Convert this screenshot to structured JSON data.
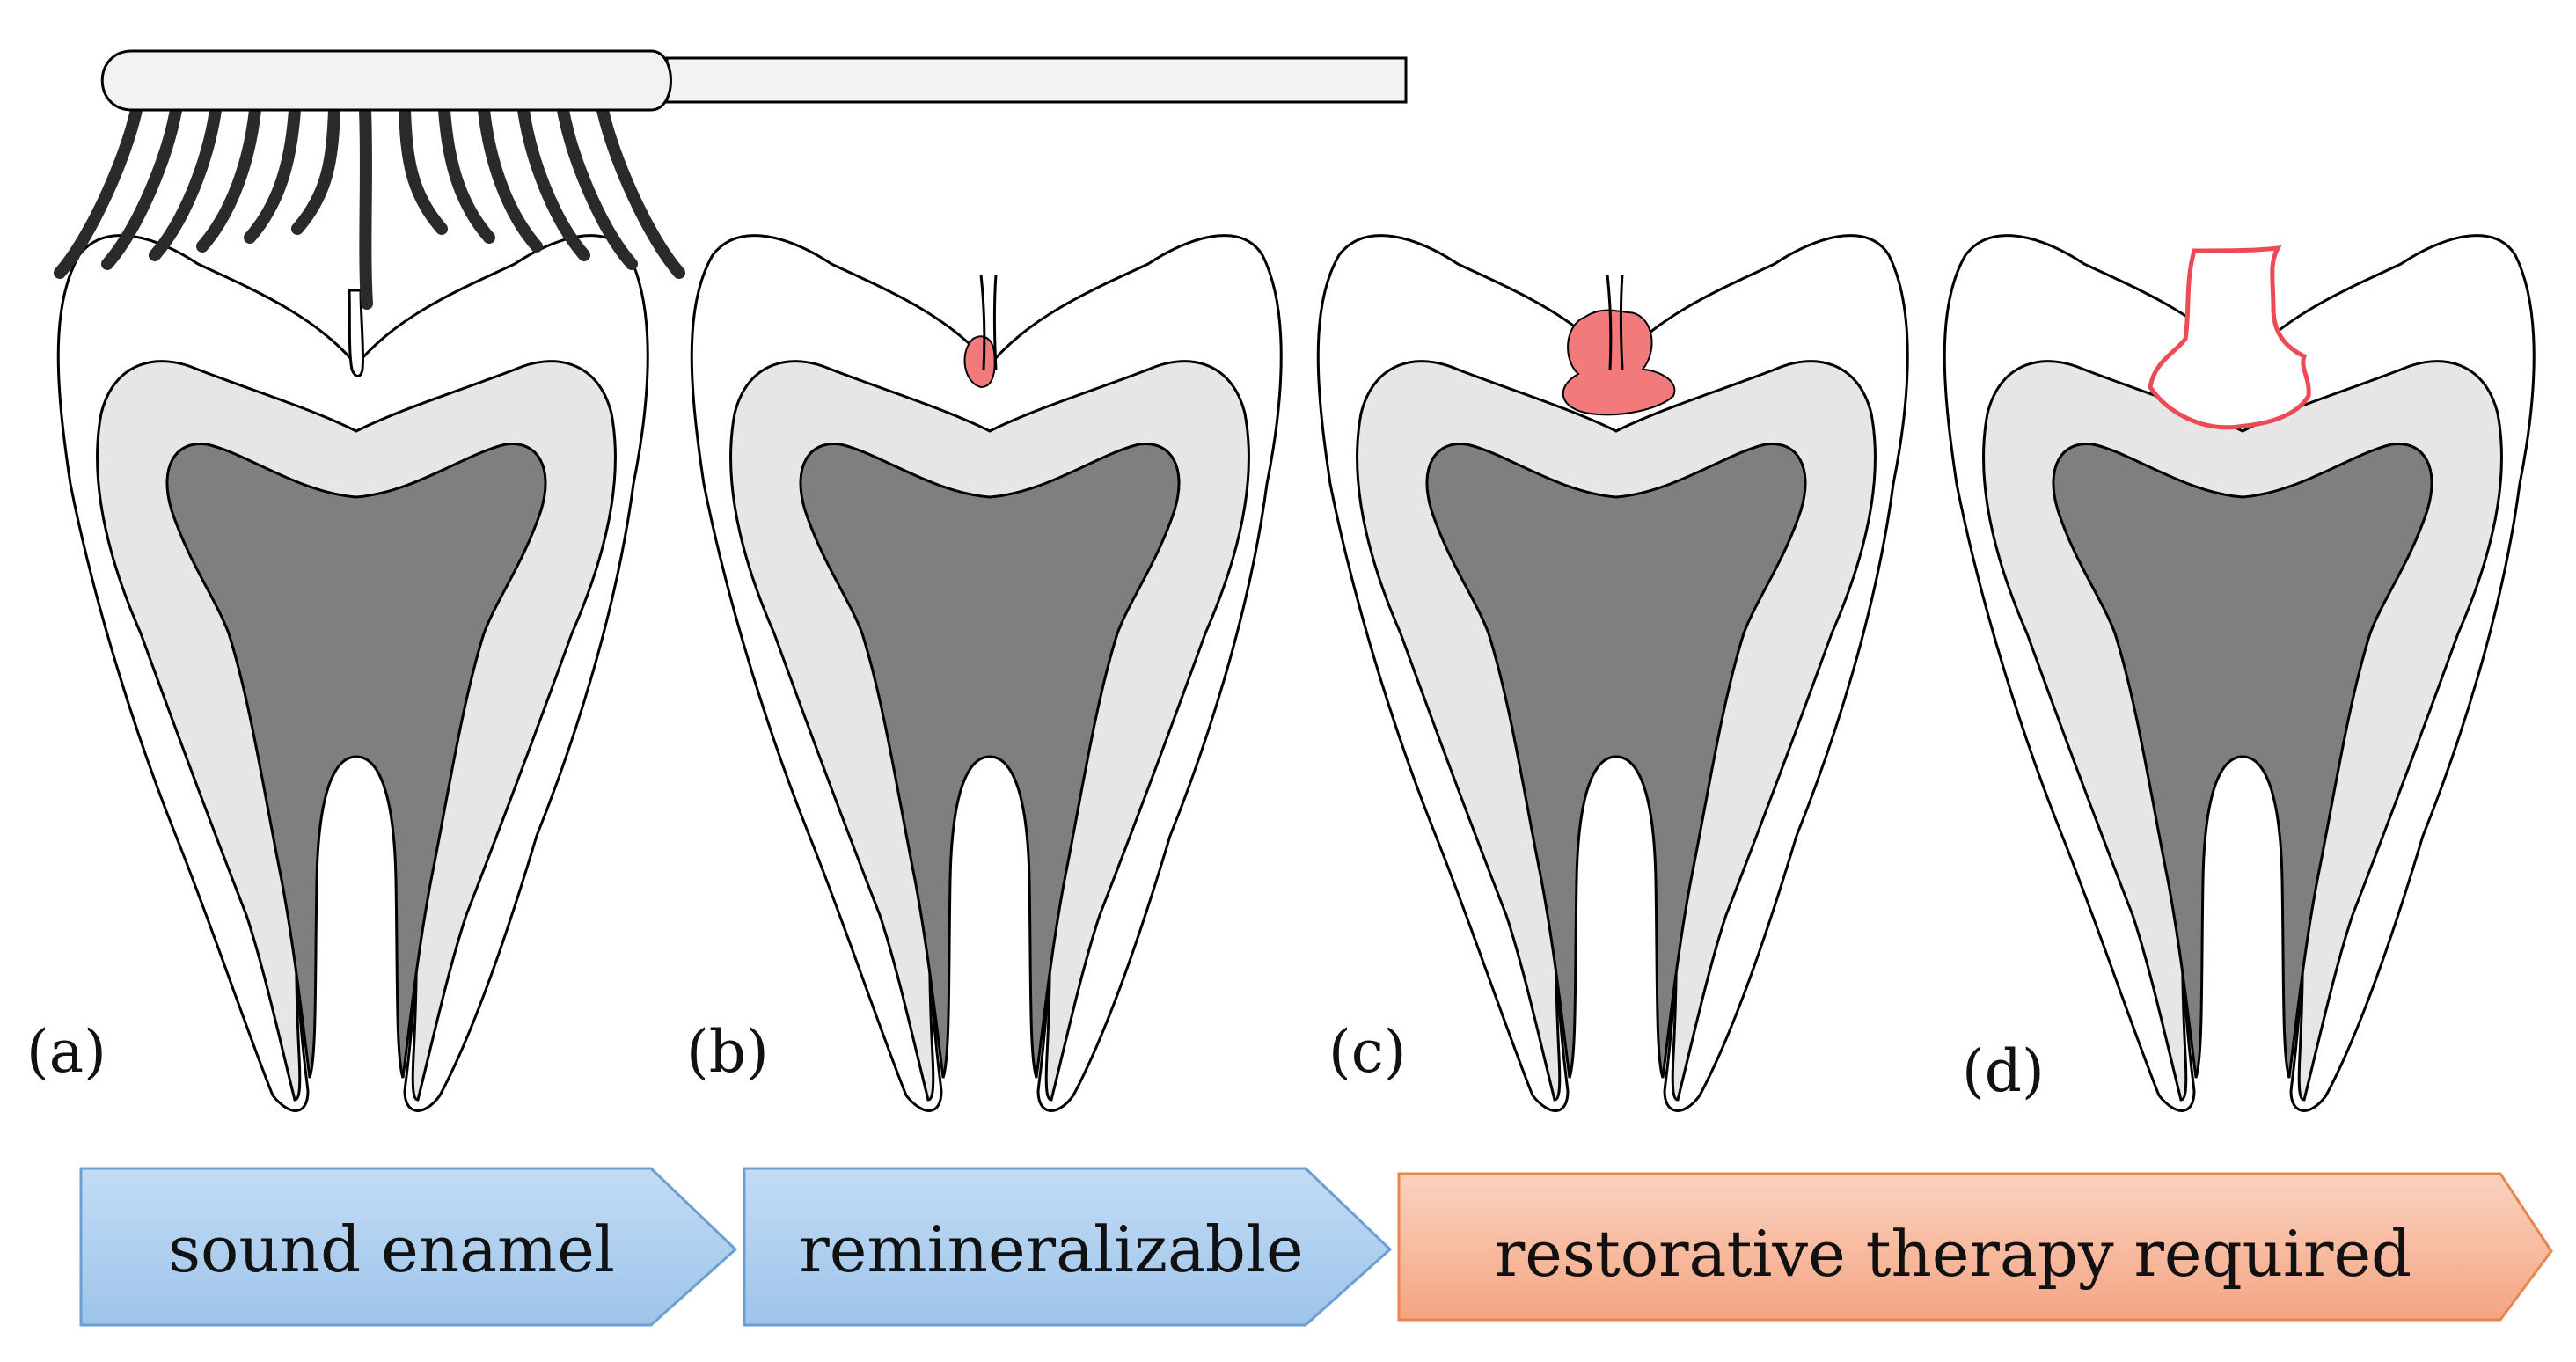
{
  "colors": {
    "enamel": "#ffffff",
    "dentin": "#e6e6e6",
    "pulp": "#7f7f7f",
    "lesion": "#f27a7a",
    "cavity_outline": "#ee4a55",
    "bristle": "#2a2a2a",
    "arrow_blue_top": "#c3dcf5",
    "arrow_blue_bottom": "#9ec4ea",
    "arrow_blue_stroke": "#6b9fd3",
    "arrow_orange_top": "#fbd2c0",
    "arrow_orange_bottom": "#f4a582",
    "arrow_orange_stroke": "#e8864f"
  },
  "panels": [
    {
      "id": "a",
      "label": "(a)",
      "condition": "sound"
    },
    {
      "id": "b",
      "label": "(b)",
      "condition": "incipient-lesion"
    },
    {
      "id": "c",
      "label": "(c)",
      "condition": "advanced-lesion"
    },
    {
      "id": "d",
      "label": "(d)",
      "condition": "cavity"
    }
  ],
  "stages": [
    {
      "label": "sound enamel",
      "color": "blue"
    },
    {
      "label": "remineralizable",
      "color": "blue"
    },
    {
      "label": "restorative therapy required",
      "color": "orange"
    }
  ],
  "icons": [
    "toothbrush-icon"
  ]
}
